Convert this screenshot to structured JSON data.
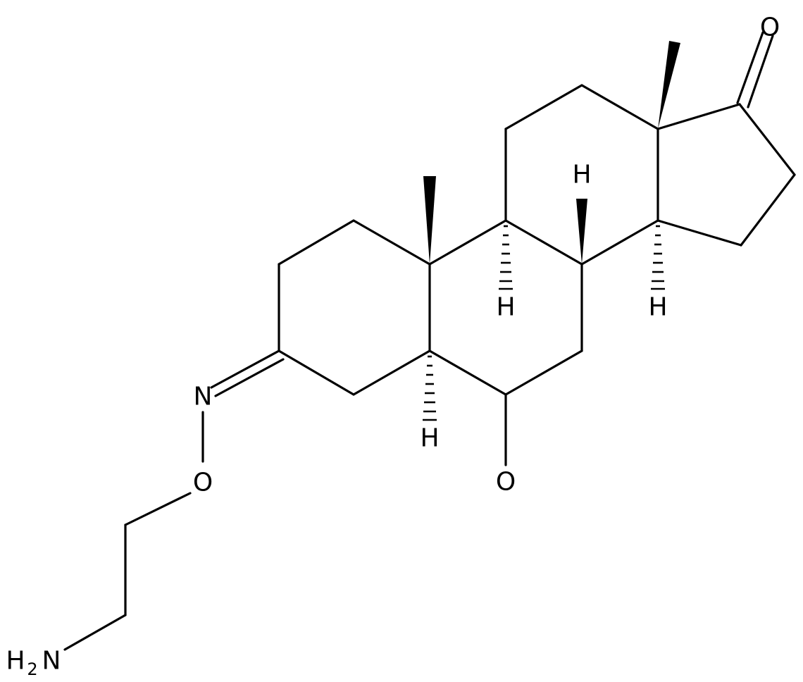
{
  "molecule": {
    "labels": {
      "o17": "O",
      "o6": "O",
      "n_oxime": "N",
      "o_ether": "O",
      "amine_h": "H",
      "amine_sub": "2",
      "amine_n": "N",
      "h9": "H",
      "h8": "H",
      "h14": "H",
      "h5": "H"
    }
  }
}
